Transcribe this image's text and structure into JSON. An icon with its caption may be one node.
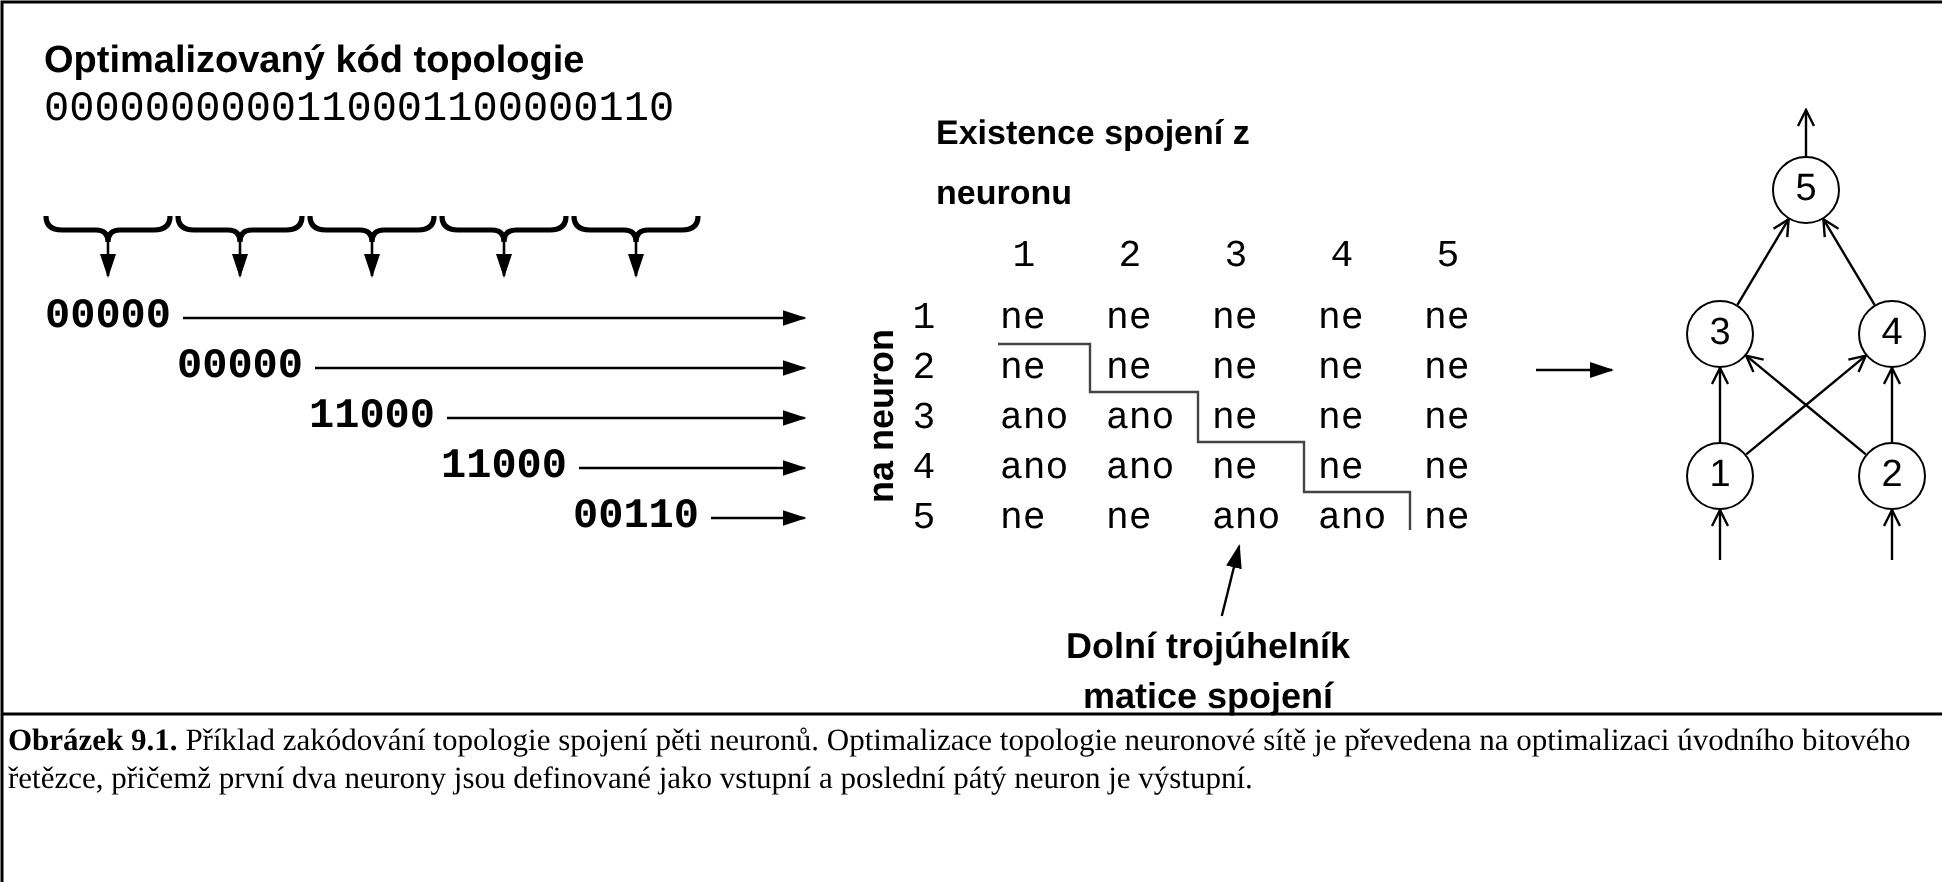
{
  "diagram": {
    "caption": "**Obrázek 9.1.** Příklad zakódování topologie spojení pěti neuronů. Optimalizace topologie neuronové sítě je převedena na optimalizaci úvodního bitového řetězce, přičemž první dva neurony jsou definované jako vstupní a poslední pátý neuron je výstupní.",
    "nodes": [
      {
        "text": [
          "00000"
        ]
      },
      {
        "text": [
          "00000"
        ]
      },
      {
        "text": [
          "11000"
        ]
      },
      {
        "text": [
          "11000"
        ]
      },
      {
        "text": [
          "00110"
        ]
      },
      {
        "text": [
          "1"
        ]
      },
      {
        "text": [
          "2"
        ]
      },
      {
        "text": [
          "3"
        ]
      },
      {
        "text": [
          "4"
        ]
      },
      {
        "text": [
          "5"
        ]
      },
      {
        "text": [
          "Dolní trojúhelník matice spojení"
        ]
      },
      {
        "text": [
          "5"
        ]
      },
      {
        "text": [
          "3"
        ]
      },
      {
        "text": [
          "4"
        ]
      },
      {
        "text": [
          "1"
        ]
      },
      {
        "text": [
          "2"
        ]
      },
      {
        "text": [
          "ano"
        ]
      }
    ],
    "edges": [
      {
        "from": 0,
        "to": 5,
        "arrow": "to"
      },
      {
        "from": 1,
        "to": 6,
        "arrow": "to"
      },
      {
        "from": 2,
        "to": 7,
        "arrow": "to"
      },
      {
        "from": 3,
        "to": 8,
        "arrow": "to"
      },
      {
        "from": 4,
        "to": 9,
        "arrow": "to"
      },
      {
        "from": 10,
        "to": 16,
        "arrow": "to"
      },
      {
        "from": 14,
        "to": 12,
        "arrow": "to"
      },
      {
        "from": 14,
        "to": 13,
        "arrow": "to"
      },
      {
        "from": 15,
        "to": 12,
        "arrow": "to"
      },
      {
        "from": 15,
        "to": 13,
        "arrow": "to"
      },
      {
        "from": 12,
        "to": 11,
        "arrow": "to"
      },
      {
        "from": 13,
        "to": 11,
        "arrow": "to"
      },
      {
        "from": null,
        "to": 14,
        "arrow": "to"
      },
      {
        "from": null,
        "to": 15,
        "arrow": "to"
      },
      {
        "from": 11,
        "to": null,
        "arrow": "to"
      }
    ],
    "labels": [
      "Optimalizovaný kód topologie",
      "0000000000110001100000110",
      "Existence spojení z neuronu",
      "1",
      "2",
      "3",
      "4",
      "5",
      "na neuron",
      "ne",
      "ne",
      "ne",
      "ne",
      "ne",
      "ne",
      "ne",
      "ne",
      "ne",
      "ne",
      "ano",
      "ano",
      "ne",
      "ne",
      "ne",
      "ano",
      "ano",
      "ne",
      "ne",
      "ne",
      "ne",
      "ne",
      "ano",
      "ne"
    ]
  }
}
